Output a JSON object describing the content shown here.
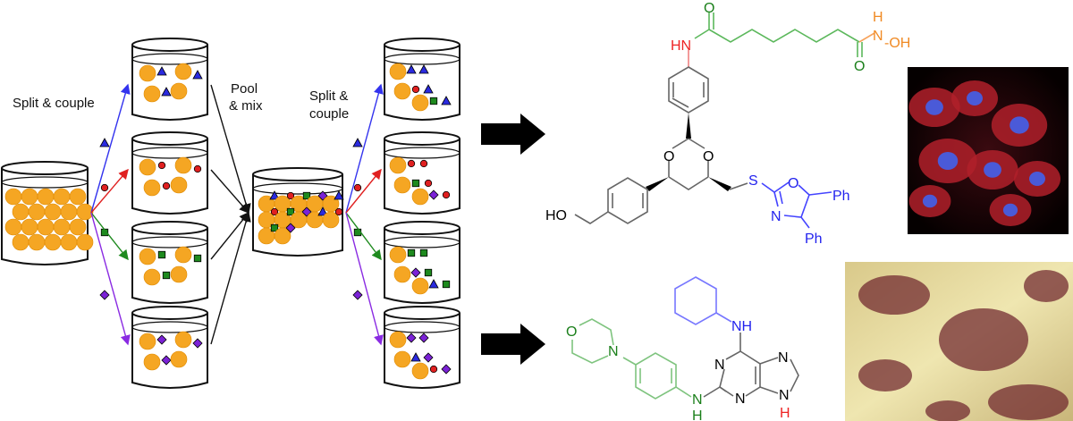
{
  "labels": {
    "split_couple_1": "Split & couple",
    "pool_line1": "Pool",
    "pool_line2": "& mix",
    "split_couple_2_line1": "Split &",
    "split_couple_2_line2": "couple"
  },
  "molecule_1": {
    "atoms": {
      "o_top": "O",
      "hn": "HN",
      "h_hydroxamic": "H",
      "n_hydroxamic": "N",
      "oh_hydroxamic": "-OH",
      "o_bottom": "O",
      "o_ring_left": "O",
      "o_ring_right": "O",
      "ho": "HO",
      "s": "S",
      "o_oxazole": "O",
      "n_oxazole": "N",
      "ph1": "Ph",
      "ph2": "Ph"
    }
  },
  "molecule_2": {
    "atoms": {
      "o_morph": "O",
      "n_morph": "N",
      "nh_cyclohexyl": "NH",
      "n1": "N",
      "n3": "N",
      "n7": "N",
      "n9": "N",
      "h9": "H",
      "n_anilino": "N",
      "h_anilino": "H"
    }
  },
  "colors": {
    "bead": "#f5a623",
    "triangle": "#2a2adf",
    "circle": "#e02020",
    "square": "#1e8a1e",
    "diamond": "#7b22d6",
    "arrow_blue": "#3333ee",
    "arrow_red": "#e02020",
    "arrow_green": "#1e8a1e",
    "arrow_purple": "#8a2be2"
  }
}
